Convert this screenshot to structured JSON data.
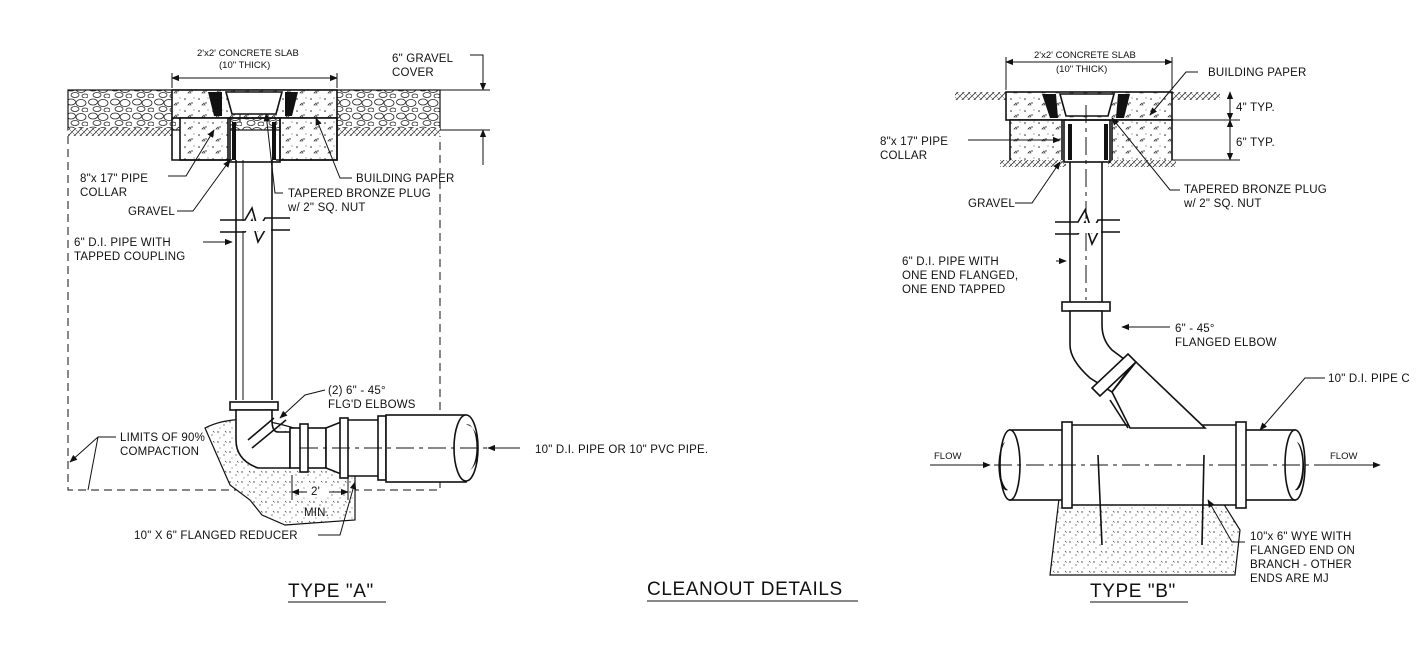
{
  "title": "CLEANOUT DETAILS",
  "type_a": {
    "heading": "TYPE \"A\"",
    "slab_label_1": "2'x2' CONCRETE SLAB",
    "slab_label_2": "(10\" THICK)",
    "gravel_cover_1": "6\" GRAVEL",
    "gravel_cover_2": "COVER",
    "pipe_collar_1": "8\"x 17\" PIPE",
    "pipe_collar_2": "COLLAR",
    "building_paper": "BUILDING PAPER",
    "gravel": "GRAVEL",
    "plug_1": "TAPERED BRONZE PLUG",
    "plug_2": "w/ 2\" SQ. NUT",
    "di_pipe_1": "6\" D.I. PIPE WITH",
    "di_pipe_2": "TAPPED COUPLING",
    "elbows_1": "(2) 6\" - 45°",
    "elbows_2": "FLG'D ELBOWS",
    "limits_1": "LIMITS OF 90%",
    "limits_2": "COMPACTION",
    "dim_2": "2'",
    "min": "MIN.",
    "reducer": "10\" X 6\" FLANGED REDUCER",
    "main_pipe": "10\" D.I. PIPE OR 10\" PVC PIPE."
  },
  "type_b": {
    "heading": "TYPE \"B\"",
    "slab_label_1": "2'x2' CONCRETE SLAB",
    "slab_label_2": "(10\" THICK)",
    "building_paper": "BUILDING PAPER",
    "typ_4": "4\" TYP.",
    "typ_6": "6\" TYP.",
    "pipe_collar_1": "8\"x 17\" PIPE",
    "pipe_collar_2": "COLLAR",
    "gravel": "GRAVEL",
    "plug_1": "TAPERED BRONZE PLUG",
    "plug_2": "w/ 2\" SQ. NUT",
    "di_pipe_1": "6\" D.I. PIPE WITH",
    "di_pipe_2": "ONE END FLANGED,",
    "di_pipe_3": "ONE END TAPPED",
    "elbow_1": "6\" - 45°",
    "elbow_2": "FLANGED ELBOW",
    "main_pipe": "10\" D.I. PIPE C",
    "flow_left": "FLOW",
    "flow_right": "FLOW",
    "wye_1": "10\"x 6\" WYE WITH",
    "wye_2": "FLANGED END ON",
    "wye_3": "BRANCH - OTHER",
    "wye_4": "ENDS ARE MJ"
  }
}
